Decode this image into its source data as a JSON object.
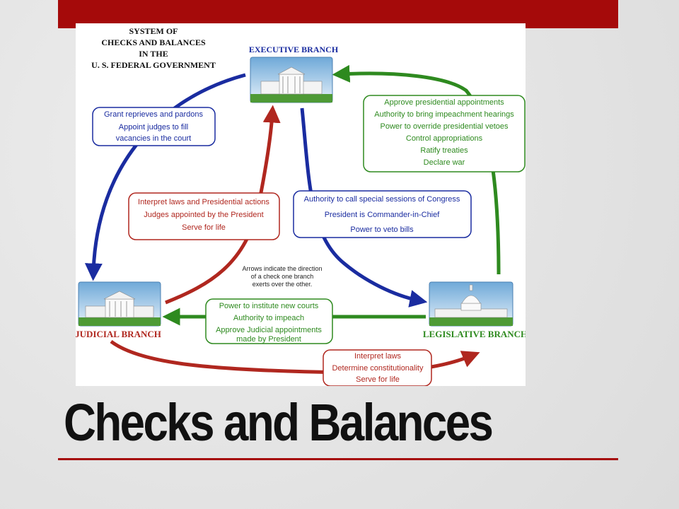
{
  "slide": {
    "title": "Checks and Balances"
  },
  "diagram": {
    "title_lines": [
      "SYSTEM OF",
      "CHECKS AND BALANCES",
      "IN THE",
      "U. S. FEDERAL GOVERNMENT"
    ],
    "executive_label": "EXECUTIVE BRANCH",
    "judicial_label": "JUDICIAL BRANCH",
    "legislative_label": "LEGISLATIVE BRANCH",
    "note_lines": [
      "Arrows indicate the direction",
      "of a check one branch",
      "exerts over the other."
    ],
    "boxes": {
      "exec_to_judicial": [
        "Grant reprieves and pardons",
        "Appoint judges to fill",
        "vacancies in the court"
      ],
      "legislative_to_exec": [
        "Approve presidential appointments",
        "Authority to bring impeachment hearings",
        "Power to override presidential vetoes",
        "Control appropriations",
        "Ratify treaties",
        "Declare war"
      ],
      "judicial_to_exec": [
        "Interpret laws and Presidential actions",
        "Judges appointed by the President",
        "Serve for life"
      ],
      "exec_to_legislative": [
        "Authority to call special sessions of Congress",
        "President is Commander-in-Chief",
        "Power to veto bills"
      ],
      "legislative_to_judicial": [
        "Power to institute new courts",
        "Authority to impeach",
        "Approve Judicial appointments",
        "made by President"
      ],
      "judicial_to_legislative": [
        "Interpret laws",
        "Determine constitutionality",
        "Serve for life"
      ]
    },
    "colors": {
      "blue": "#1a2ca0",
      "red": "#b0271f",
      "green": "#2e8a1f",
      "accent": "#a50a0a"
    }
  }
}
